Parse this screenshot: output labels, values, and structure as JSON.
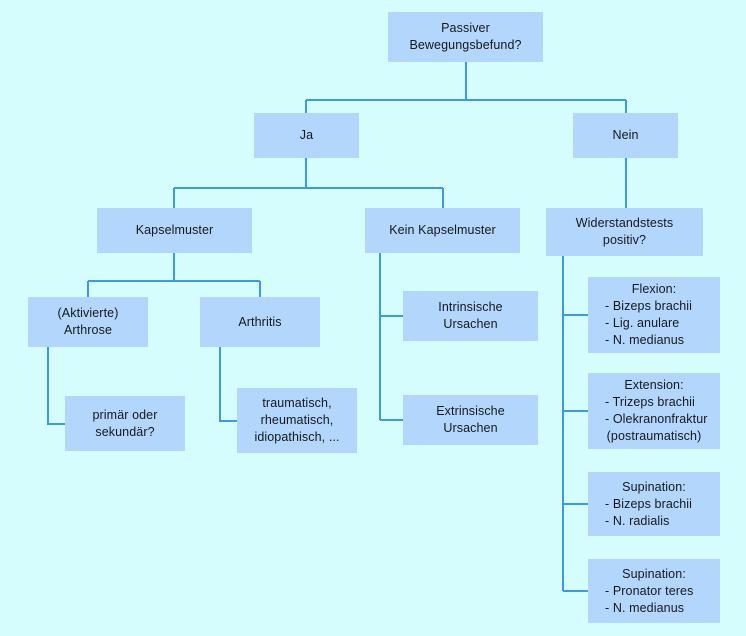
{
  "diagram": {
    "title": "Passiver Bewegungsbefund Entscheidungsbaum",
    "background_color": "#d6fdfd",
    "node_fill_color": "#b3d7fc",
    "connector_color": "#3d9ae2",
    "text_color": "#16181a"
  },
  "nodes": {
    "root": {
      "lines": [
        "Passiver",
        "Bewegungsbefund?"
      ]
    },
    "ja": {
      "lines": [
        "Ja"
      ]
    },
    "nein": {
      "lines": [
        "Nein"
      ]
    },
    "kapselmuster": {
      "lines": [
        "Kapselmuster"
      ]
    },
    "kein_kapselmuster": {
      "lines": [
        "Kein Kapselmuster"
      ]
    },
    "widerstandstests": {
      "lines": [
        "Widerstandstests",
        "positiv?"
      ]
    },
    "arthrose": {
      "lines": [
        "(Aktivierte)",
        "Arthrose"
      ]
    },
    "arthritis": {
      "lines": [
        "Arthritis"
      ]
    },
    "primaer_sekundaer": {
      "lines": [
        "primär oder",
        "sekundär?"
      ]
    },
    "arthritis_formen": {
      "lines": [
        "traumatisch,",
        "rheumatisch,",
        "idiopathisch, ..."
      ]
    },
    "intrinsisch": {
      "lines": [
        "Intrinsische",
        "Ursachen"
      ]
    },
    "extrinsisch": {
      "lines": [
        "Extrinsische",
        "Ursachen"
      ]
    },
    "flexion": {
      "head": "Flexion:",
      "items": [
        "- Bizeps brachii",
        "- Lig. anulare",
        "- N. medianus"
      ]
    },
    "extension": {
      "head": "Extension:",
      "items": [
        "- Trizeps brachii",
        "- Olekranonfraktur"
      ],
      "foot": "(postraumatisch)"
    },
    "supination_1": {
      "head": "Supination:",
      "items": [
        "- Bizeps brachii",
        "- N. radialis"
      ]
    },
    "supination_2": {
      "head": "Supination:",
      "items": [
        "- Pronator teres",
        "- N. medianus"
      ]
    }
  }
}
